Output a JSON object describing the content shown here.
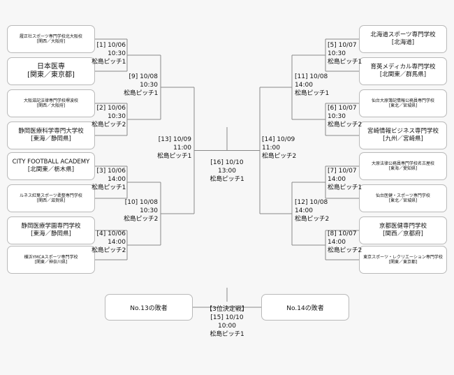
{
  "teams_left": [
    {
      "name": "履正社スポーツ専門学校北大阪校",
      "region": "[関西／大阪府]"
    },
    {
      "name": "日本医専",
      "region": "[関東／東京都]"
    },
    {
      "name": "大阪滋記法律専門学校堺波校",
      "region": "[関西／大阪府]"
    },
    {
      "name": "静岡医療科学専門大学校",
      "region": "[東海／静岡県]"
    },
    {
      "name": "CITY FOOTBALL ACADEMY",
      "region": "[北関東／栃木県]"
    },
    {
      "name": "ルネス紅葉スポーツ柔整専門学校",
      "region": "[関西／滋賀県]"
    },
    {
      "name": "静岡医療学園専門学校",
      "region": "[東海／静岡県]"
    },
    {
      "name": "横浜YMCAスポーツ専門学校",
      "region": "[関東／神奈川県]"
    }
  ],
  "teams_right": [
    {
      "name": "北海道スポーツ専門学校",
      "region": "[北海道]"
    },
    {
      "name": "育英メディカル専門学校",
      "region": "[北関東／群馬県]"
    },
    {
      "name": "仙台大原簿記情報公務員専門学校",
      "region": "[東北／宮城県]"
    },
    {
      "name": "宮崎情報ビジネス専門学校",
      "region": "[九州／宮崎県]"
    },
    {
      "name": "大原法律公務員専門学校名古屋校",
      "region": "[東海／愛知県]"
    },
    {
      "name": "仙台医健・スポーツ専門学校",
      "region": "[東北／宮城県]"
    },
    {
      "name": "京都医健専門学校",
      "region": "[関西／京都府]"
    },
    {
      "name": "東京スポーツ・レクリエーション専門学校",
      "region": "[関東／東京都]"
    }
  ],
  "matches": {
    "m1": {
      "no": "[1] 10/06",
      "time": "10:30",
      "place": "松島ピッチ1"
    },
    "m2": {
      "no": "[2] 10/06",
      "time": "10:30",
      "place": "松島ピッチ2"
    },
    "m3": {
      "no": "[3] 10/06",
      "time": "14:00",
      "place": "松島ピッチ1"
    },
    "m4": {
      "no": "[4] 10/06",
      "time": "14:00",
      "place": "松島ピッチ2"
    },
    "m5": {
      "no": "[5] 10/07",
      "time": "10:30",
      "place": "松島ピッチ1"
    },
    "m6": {
      "no": "[6] 10/07",
      "time": "10:30",
      "place": "松島ピッチ2"
    },
    "m7": {
      "no": "[7] 10/07",
      "time": "14:00",
      "place": "松島ピッチ1"
    },
    "m8": {
      "no": "[8] 10/07",
      "time": "14:00",
      "place": "松島ピッチ2"
    },
    "m9": {
      "no": "[9] 10/08",
      "time": "10:30",
      "place": "松島ピッチ1"
    },
    "m10": {
      "no": "[10] 10/08",
      "time": "10:30",
      "place": "松島ピッチ2"
    },
    "m11": {
      "no": "[11] 10/08",
      "time": "14:00",
      "place": "松島ピッチ1"
    },
    "m12": {
      "no": "[12] 10/08",
      "time": "14:00",
      "place": "松島ピッチ2"
    },
    "m13": {
      "no": "[13] 10/09",
      "time": "11:00",
      "place": "松島ピッチ1"
    },
    "m14": {
      "no": "[14] 10/09",
      "time": "11:00",
      "place": "松島ピッチ2"
    },
    "m16": {
      "no": "[16] 10/10",
      "time": "13:00",
      "place": "松島ピッチ1"
    },
    "m15": {
      "title": "【3位決定戦】",
      "no": "[15] 10/10",
      "time": "10:00",
      "place": "松島ピッチ1"
    }
  },
  "losers": {
    "left": "No.13の敗者",
    "right": "No.14の敗者"
  },
  "colors": {
    "line": "#888888",
    "box_border": "#b9b9b9",
    "background": "#f7f7f7"
  }
}
